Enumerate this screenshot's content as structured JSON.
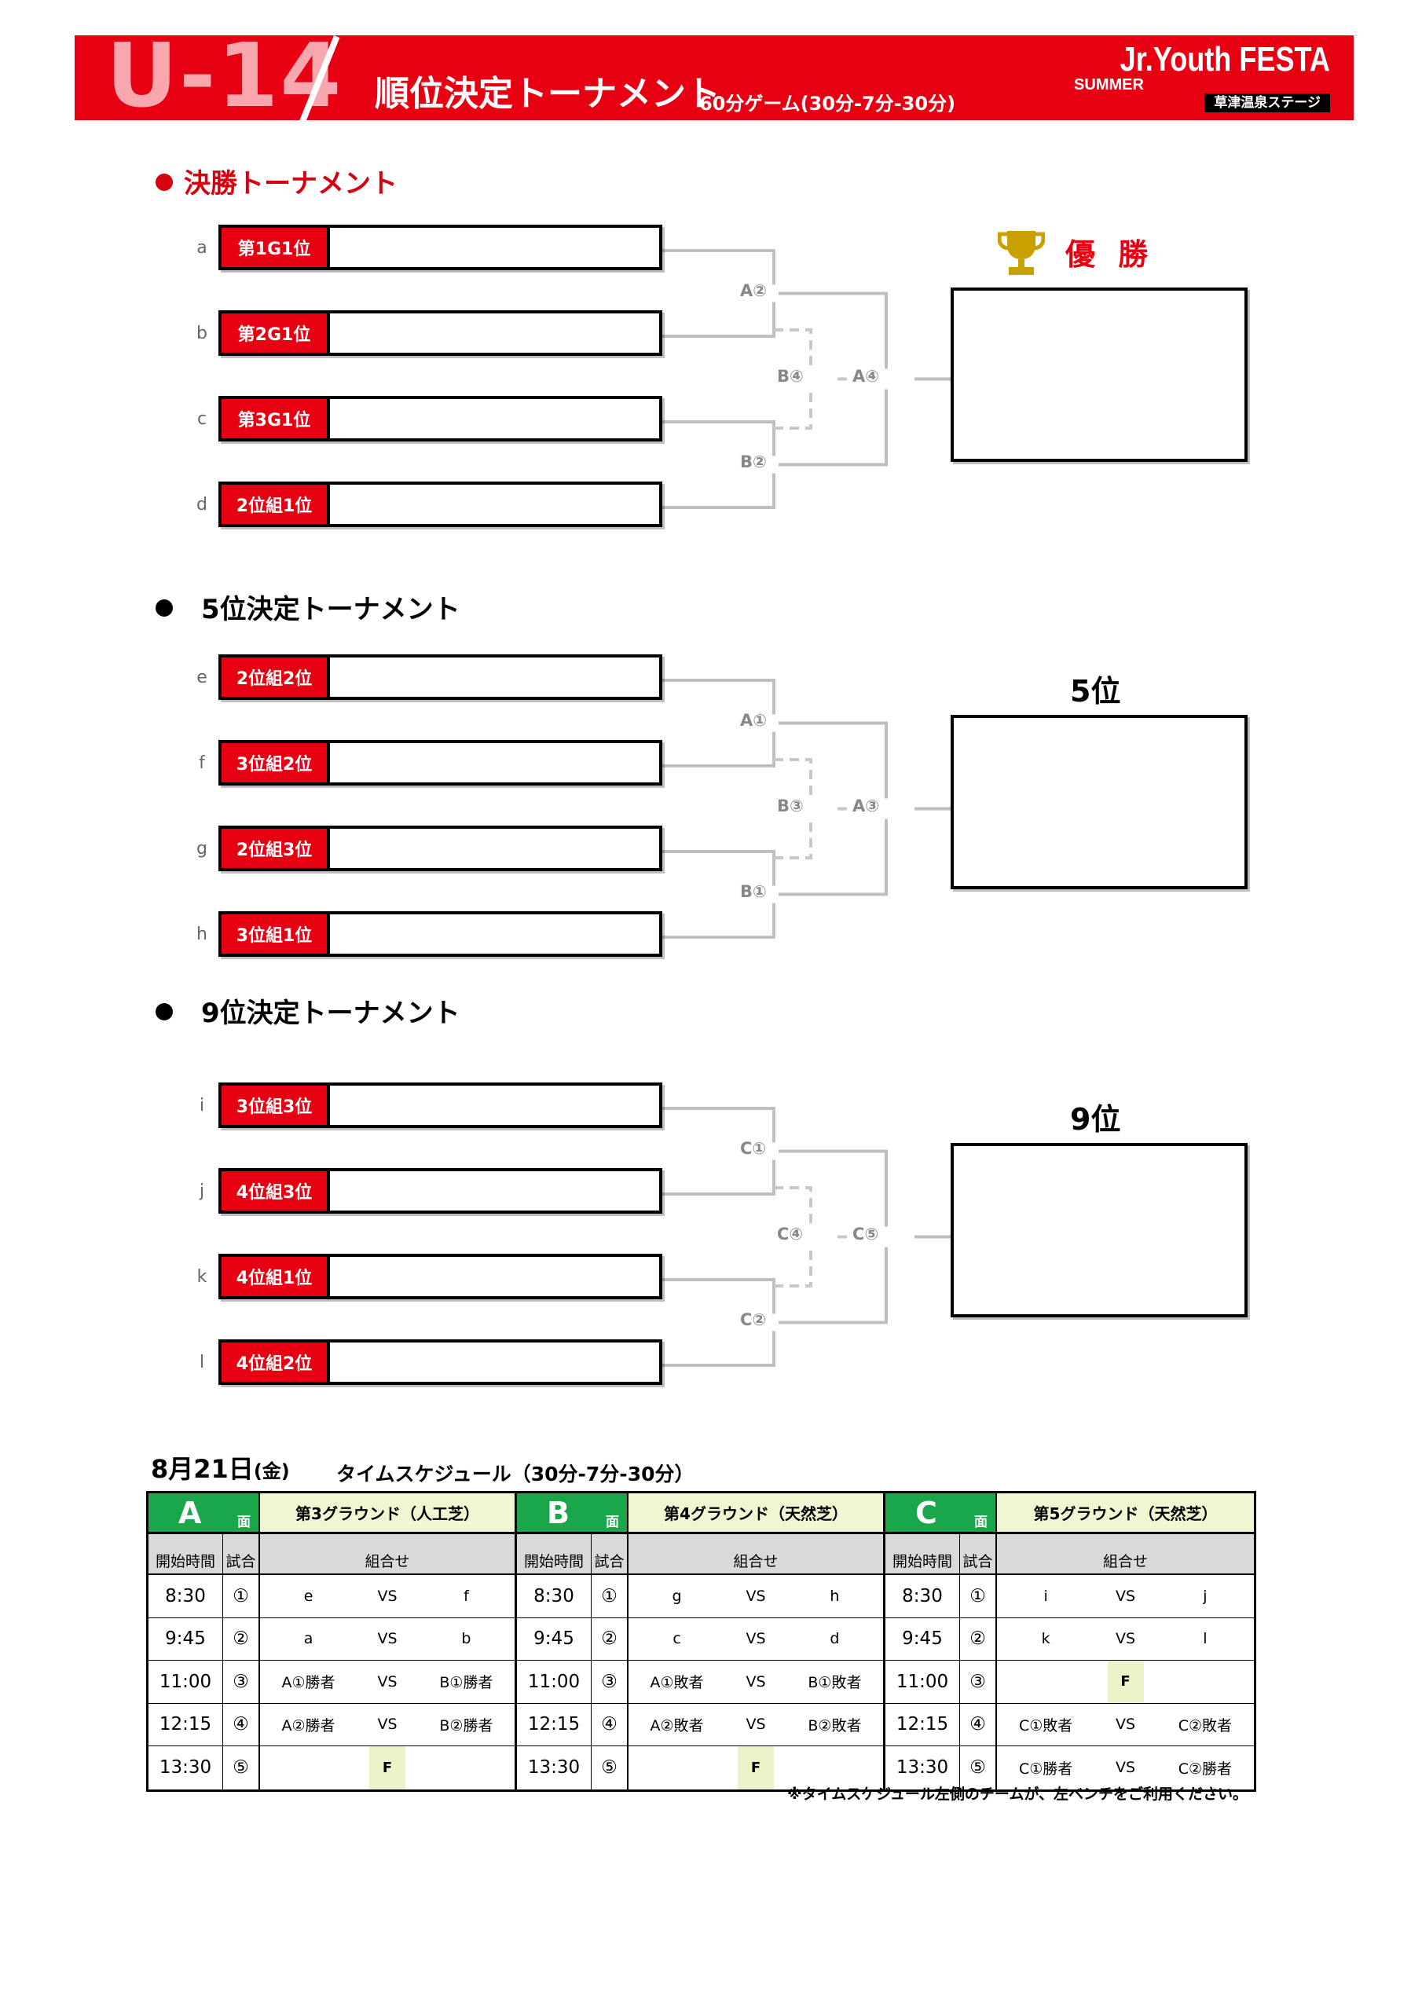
{
  "header": {
    "age": "U-14",
    "title": "順位決定トーナメント",
    "format": "60分ゲーム(30分-7分-30分)",
    "brand": "Jr.Youth FESTA",
    "brand_sub": "SUMMER",
    "stage": "草津温泉ステージ"
  },
  "sections": [
    {
      "title": "決勝トーナメント",
      "result": "優 勝",
      "entries": [
        {
          "letter": "a",
          "label": "第1G1位"
        },
        {
          "letter": "b",
          "label": "第2G1位"
        },
        {
          "letter": "c",
          "label": "第3G1位"
        },
        {
          "letter": "d",
          "label": "2位組1位"
        }
      ],
      "nodes": [
        "A②",
        "B④",
        "A④",
        "B②"
      ]
    },
    {
      "title": "5位決定トーナメント",
      "result": "5位",
      "entries": [
        {
          "letter": "e",
          "label": "2位組2位"
        },
        {
          "letter": "f",
          "label": "3位組2位"
        },
        {
          "letter": "g",
          "label": "2位組3位"
        },
        {
          "letter": "h",
          "label": "3位組1位"
        }
      ],
      "nodes": [
        "A①",
        "B③",
        "A③",
        "B①"
      ]
    },
    {
      "title": "9位決定トーナメント",
      "result": "9位",
      "entries": [
        {
          "letter": "i",
          "label": "3位組3位"
        },
        {
          "letter": "j",
          "label": "4位組3位"
        },
        {
          "letter": "k",
          "label": "4位組1位"
        },
        {
          "letter": "l",
          "label": "4位組2位"
        }
      ],
      "nodes": [
        "C①",
        "C④",
        "C⑤",
        "C②"
      ]
    }
  ],
  "schedule": {
    "date": "8月21日",
    "weekday": "(金)",
    "caption": "タイムスケジュール（30分-7分-30分）",
    "col_time": "開始時間",
    "col_no": "試合",
    "col_match": "組合せ",
    "note": "※タイムスケジュール左側のチームが、左ベンチをご利用ください。",
    "colors": {
      "court_header": "#19a74a",
      "final_cell": "#eef2c8",
      "red": "#e60012"
    },
    "courts": [
      {
        "letter": "A",
        "men": "面",
        "name": "第3グラウンド（人工芝）",
        "rows": [
          {
            "time": "8:30",
            "no": "①",
            "home": "e",
            "vs": "VS",
            "away": "f"
          },
          {
            "time": "9:45",
            "no": "②",
            "home": "a",
            "vs": "VS",
            "away": "b"
          },
          {
            "time": "11:00",
            "no": "③",
            "home": "A①勝者",
            "vs": "VS",
            "away": "B①勝者"
          },
          {
            "time": "12:15",
            "no": "④",
            "home": "A②勝者",
            "vs": "VS",
            "away": "B②勝者"
          },
          {
            "time": "13:30",
            "no": "⑤",
            "final": "F"
          }
        ]
      },
      {
        "letter": "B",
        "men": "面",
        "name": "第4グラウンド（天然芝）",
        "rows": [
          {
            "time": "8:30",
            "no": "①",
            "home": "g",
            "vs": "VS",
            "away": "h"
          },
          {
            "time": "9:45",
            "no": "②",
            "home": "c",
            "vs": "VS",
            "away": "d"
          },
          {
            "time": "11:00",
            "no": "③",
            "home": "A①敗者",
            "vs": "VS",
            "away": "B①敗者"
          },
          {
            "time": "12:15",
            "no": "④",
            "home": "A②敗者",
            "vs": "VS",
            "away": "B②敗者"
          },
          {
            "time": "13:30",
            "no": "⑤",
            "final": "F"
          }
        ]
      },
      {
        "letter": "C",
        "men": "面",
        "name": "第5グラウンド（天然芝）",
        "rows": [
          {
            "time": "8:30",
            "no": "①",
            "home": "i",
            "vs": "VS",
            "away": "j"
          },
          {
            "time": "9:45",
            "no": "②",
            "home": "k",
            "vs": "VS",
            "away": "l"
          },
          {
            "time": "11:00",
            "no": "③",
            "final": "F"
          },
          {
            "time": "12:15",
            "no": "④",
            "home": "C①敗者",
            "vs": "VS",
            "away": "C②敗者"
          },
          {
            "time": "13:30",
            "no": "⑤",
            "home": "C①勝者",
            "vs": "VS",
            "away": "C②勝者"
          }
        ]
      }
    ]
  }
}
